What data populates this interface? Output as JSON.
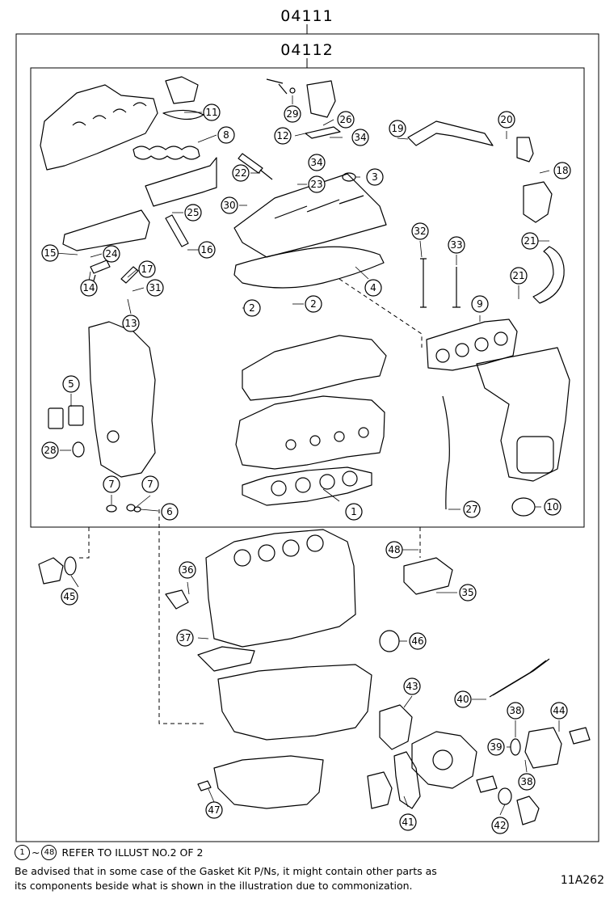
{
  "diagram": {
    "outer_part_number": "04111",
    "inner_part_number": "04112",
    "callouts": [
      "1",
      "2",
      "2",
      "3",
      "4",
      "5",
      "6",
      "7",
      "7",
      "8",
      "9",
      "10",
      "11",
      "12",
      "13",
      "14",
      "15",
      "16",
      "17",
      "18",
      "19",
      "20",
      "21",
      "21",
      "22",
      "23",
      "24",
      "25",
      "26",
      "27",
      "28",
      "29",
      "30",
      "31",
      "32",
      "33",
      "34",
      "34",
      "35",
      "36",
      "37",
      "38",
      "38",
      "39",
      "40",
      "41",
      "42",
      "43",
      "44",
      "45",
      "46",
      "47",
      "48"
    ]
  },
  "footer": {
    "range_start": "1",
    "tilde": "~",
    "range_end": "48",
    "refer_text": "REFER TO ILLUST NO.2 OF 2",
    "note_line1": "Be advised that in some case of the Gasket Kit P/Ns,  it might contain other parts as",
    "note_line2": "its components beside what is shown in the illustration due to commonization.",
    "illustration_code": "11A262"
  }
}
